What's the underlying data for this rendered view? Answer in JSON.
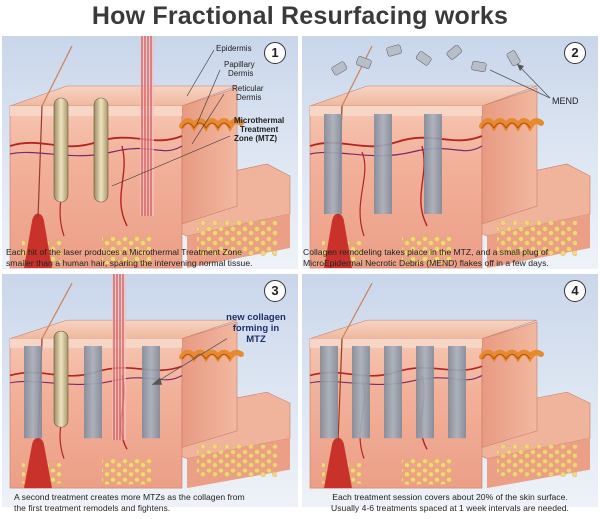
{
  "title": "How Fractional Resurfacing works",
  "panels": [
    {
      "number": "1",
      "caption_lines": [
        "Each hit of the laser produces a Microthermal Treatment Zone",
        "smaller than a human hair, sparing the intervening normal tissue."
      ],
      "labels": {
        "epidermis": "Epidermis",
        "papillary_1": "Papillary",
        "papillary_2": "Dermis",
        "reticular_1": "Reticular",
        "reticular_2": "Dermis",
        "mtz_1": "Microthermal",
        "mtz_2": "Treatment",
        "mtz_3": "Zone (MTZ)"
      }
    },
    {
      "number": "2",
      "caption_lines": [
        "Collagen remodeling takes place in the MTZ, and a small plug of",
        "MicroEpidermal Necrotic Debris (MEND) flakes off in a few days."
      ],
      "labels": {
        "mend": "MEND"
      }
    },
    {
      "number": "3",
      "caption_lines": [
        "A second treatment creates more MTZs as the collagen from",
        "the first treatment remodels and fightens."
      ],
      "labels": {
        "new_1": "new collagen",
        "new_2": "forming in",
        "new_3": "MTZ"
      }
    },
    {
      "number": "4",
      "caption_lines": [
        "Each treatment session covers about 20% of the skin surface.",
        "Usually 4-6 treatments spaced at 1 week intervals are needed."
      ]
    }
  ],
  "colors": {
    "skin_top": "#f3c3ad",
    "skin_side": "#e9a48c",
    "dermis": "#f2b7a2",
    "fat": "#f1d57a",
    "vessel": "#b32424",
    "mtz": "#8c97a6",
    "beam": "#c83a3a",
    "papillary_wave": "#e58a2e"
  }
}
